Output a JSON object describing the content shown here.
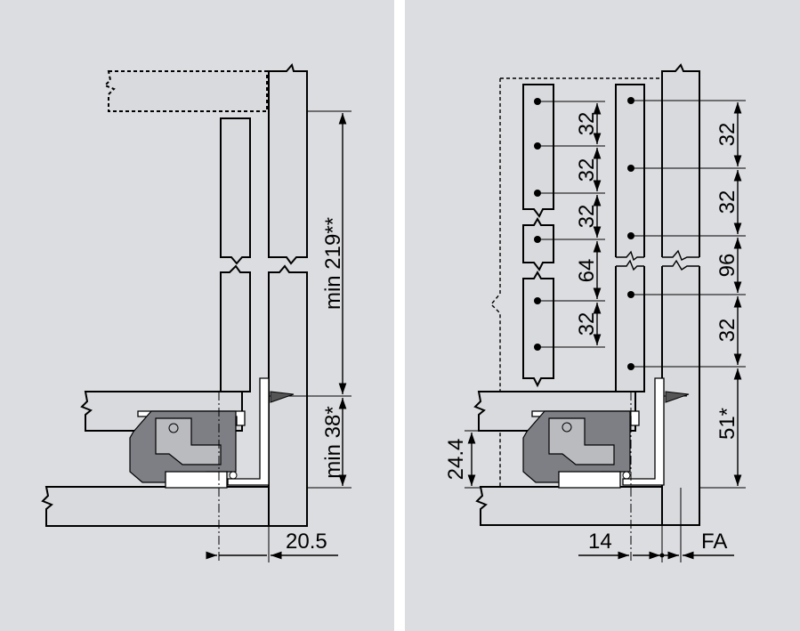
{
  "left_panel": {
    "dimensions": {
      "min_219": "min 219**",
      "min_38": "min 38*",
      "w_20_5": "20.5"
    }
  },
  "right_panel": {
    "dimensions": {
      "left_pitches": [
        "32",
        "32",
        "32",
        "64",
        "32"
      ],
      "right_pitches": [
        "32",
        "32",
        "96",
        "32",
        "51*"
      ],
      "h_24_4": "24.4",
      "w_14": "14",
      "fa": "FA"
    }
  }
}
